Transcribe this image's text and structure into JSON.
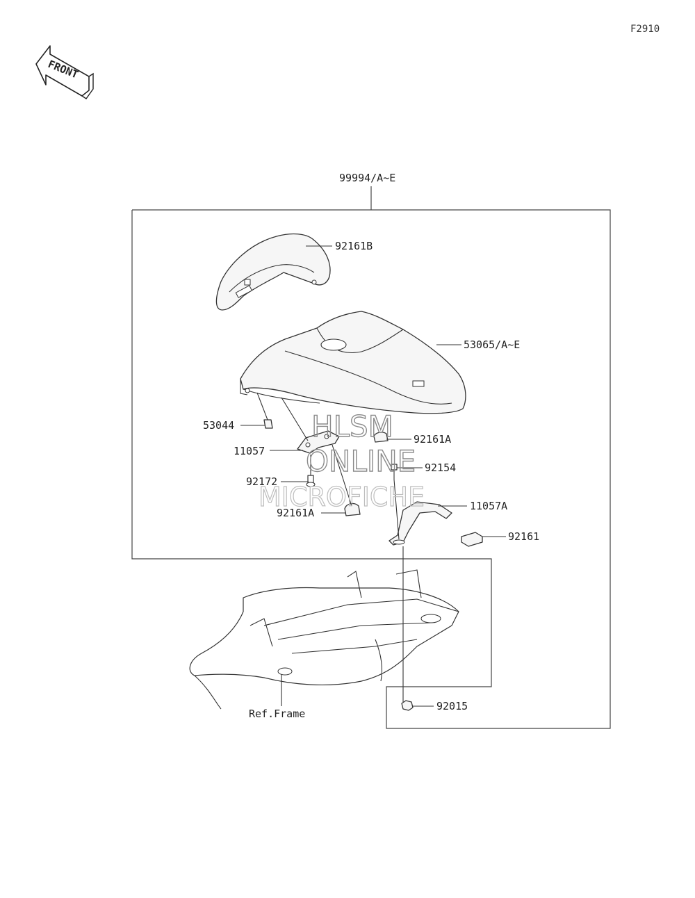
{
  "figure_code": "F2910",
  "front_indicator": {
    "label": "FRONT",
    "icon": "front-arrow-icon"
  },
  "assembly_label": "99994/A~E",
  "callouts": {
    "p92161B": "92161B",
    "p53065": "53065/A~E",
    "p53044": "53044",
    "p92161A_upper": "92161A",
    "p11057": "11057",
    "p92154": "92154",
    "p92172": "92172",
    "p11057A": "11057A",
    "p92161A_lower": "92161A",
    "p92161": "92161",
    "p92015": "92015",
    "ref_frame": "Ref.Frame"
  },
  "watermark": {
    "line1": "HLSM",
    "line2": "ONLINE",
    "line3": "MICROFICHE"
  }
}
